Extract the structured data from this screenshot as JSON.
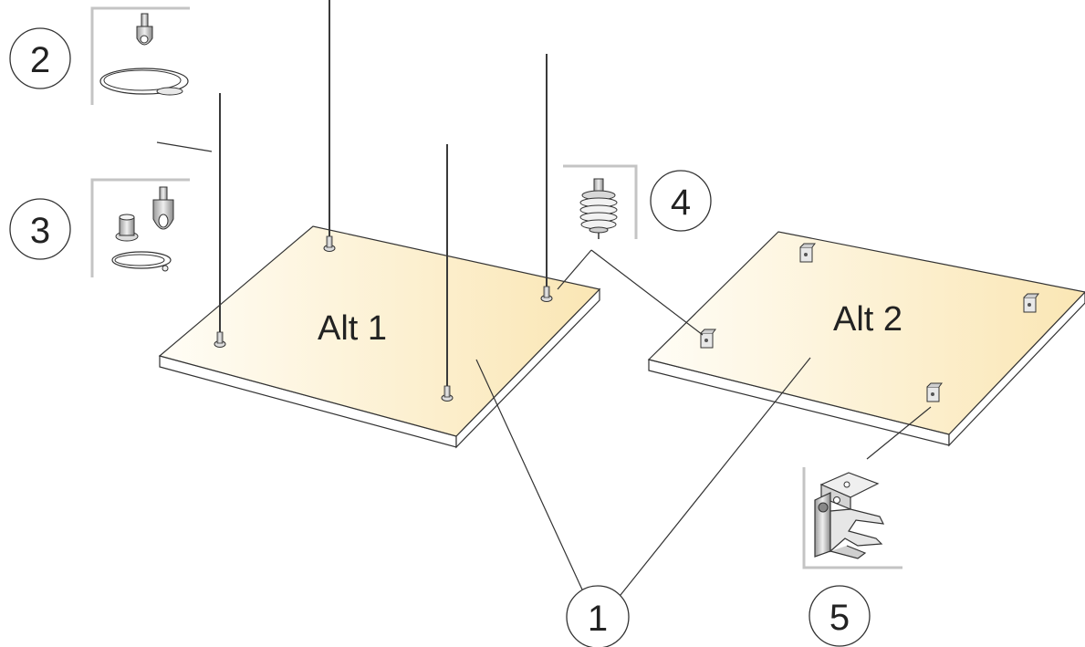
{
  "colors": {
    "panel_top_light": "#fffdf6",
    "panel_top_dark": "#fae6b4",
    "panel_edge": "#ffffff",
    "outline": "#333333",
    "frame": "#c4c4c4"
  },
  "panels": {
    "alt1_label": "Alt 1",
    "alt2_label": "Alt 2"
  },
  "callouts": {
    "c1": "1",
    "c2": "2",
    "c3": "3",
    "c4": "4",
    "c5": "5"
  },
  "parts": {
    "c2_icon": "hook-with-wire-icon",
    "c3_icon": "gripper-and-wire-icon",
    "c4_icon": "spring-hanger-icon",
    "c5_icon": "bracket-clip-icon"
  }
}
